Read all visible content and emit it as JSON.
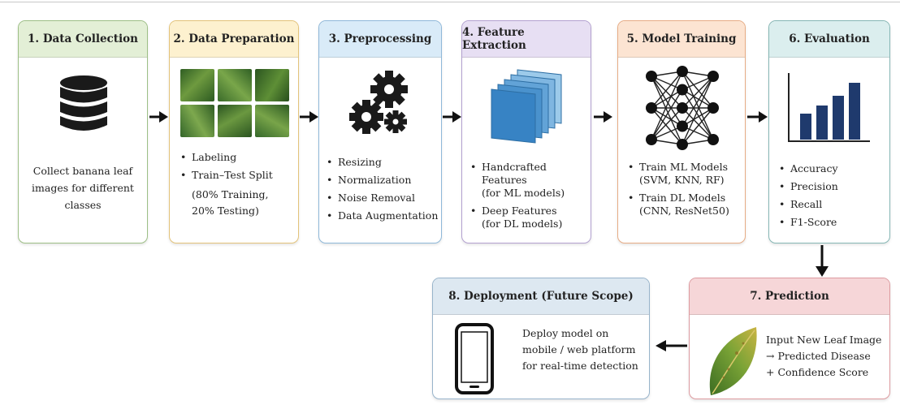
{
  "colors": {
    "step1": {
      "header": "#e3efd6",
      "border": "#9dbf86"
    },
    "step2": {
      "header": "#fdf1cf",
      "border": "#e3c37a"
    },
    "step3": {
      "header": "#d9ebf8",
      "border": "#8fb8d9"
    },
    "step4": {
      "header": "#e7dff3",
      "border": "#b3a1d0"
    },
    "step5": {
      "header": "#fce4d2",
      "border": "#e7ac85"
    },
    "step6": {
      "header": "#dbeeee",
      "border": "#86b7b5"
    },
    "step7": {
      "header": "#f6d6d8",
      "border": "#dd9ba0"
    },
    "step8": {
      "header": "#dde8f1",
      "border": "#98b4cb"
    }
  },
  "steps": {
    "s1": {
      "title": "1. Data Collection",
      "icon": "database-icon",
      "text": [
        "Collect banana leaf",
        "images for different",
        "classes"
      ]
    },
    "s2": {
      "title": "2. Data Preparation",
      "icon": "leaf-image-grid-icon",
      "bullets": [
        "Labeling",
        "Train–Test Split",
        "(80% Training,",
        "20% Testing)"
      ]
    },
    "s3": {
      "title": "3. Preprocessing",
      "icon": "gears-icon",
      "bullets": [
        "Resizing",
        "Normalization",
        "Noise Removal",
        "Data Augmentation"
      ]
    },
    "s4": {
      "title": "4. Feature Extraction",
      "icon": "feature-maps-icon",
      "bullets": [
        "Handcrafted Features",
        "(for ML models)",
        "Deep Features",
        "(for DL models)"
      ]
    },
    "s5": {
      "title": "5. Model Training",
      "icon": "neural-network-icon",
      "bullets": [
        "Train ML Models",
        "(SVM, KNN, RF)",
        "Train DL Models",
        "(CNN, ResNet50)"
      ]
    },
    "s6": {
      "title": "6. Evaluation",
      "icon": "bar-chart-icon",
      "bullets": [
        "Accuracy",
        "Precision",
        "Recall",
        "F1-Score"
      ]
    },
    "s7": {
      "title": "7. Prediction",
      "icon": "leaf-icon",
      "text": [
        "Input New Leaf Image",
        "→ Predicted Disease",
        "+ Confidence Score"
      ]
    },
    "s8": {
      "title": "8. Deployment (Future Scope)",
      "icon": "smartphone-icon",
      "text": [
        "Deploy model on",
        "mobile / web platform",
        "for real-time detection"
      ]
    }
  }
}
